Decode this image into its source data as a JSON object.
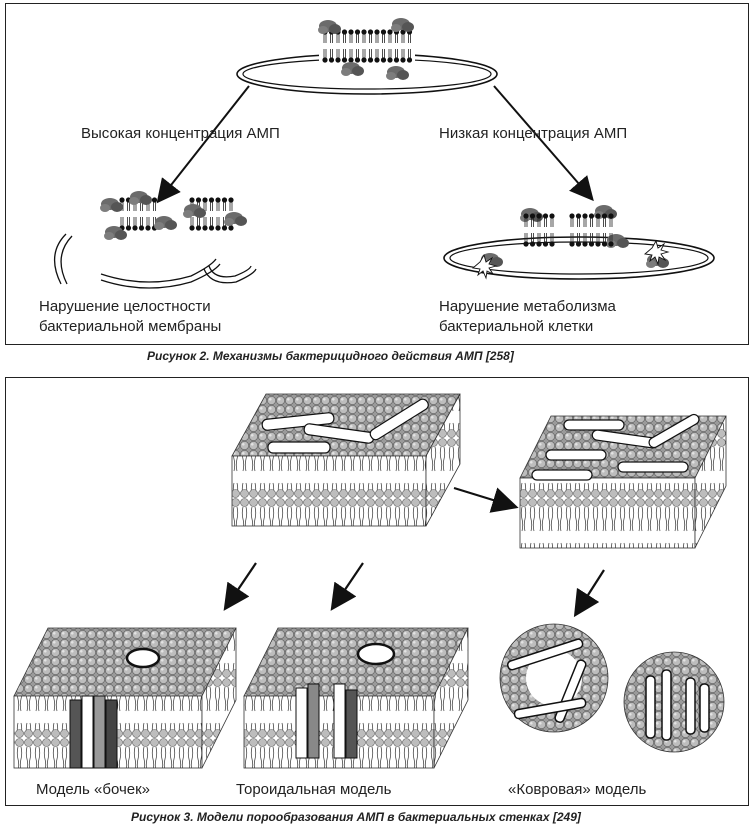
{
  "figure2": {
    "label_high": "Высокая концентрация АМП",
    "label_low": "Низкая концентрация АМП",
    "result_left_line1": "Нарушение целостности",
    "result_left_line2": "бактериальной мембраны",
    "result_right_line1": "Нарушение метаболизма",
    "result_right_line2": "бактериальной клетки",
    "caption": "Рисунок 2. Механизмы бактерицидного действия АМП [258]"
  },
  "figure3": {
    "model_barrel": "Модель «бочек»",
    "model_toroidal": "Тороидальная модель",
    "model_carpet": "«Ковровая» модель",
    "caption": "Рисунок 3. Модели порообразования АМП в бактериальных стенках [249]"
  }
}
